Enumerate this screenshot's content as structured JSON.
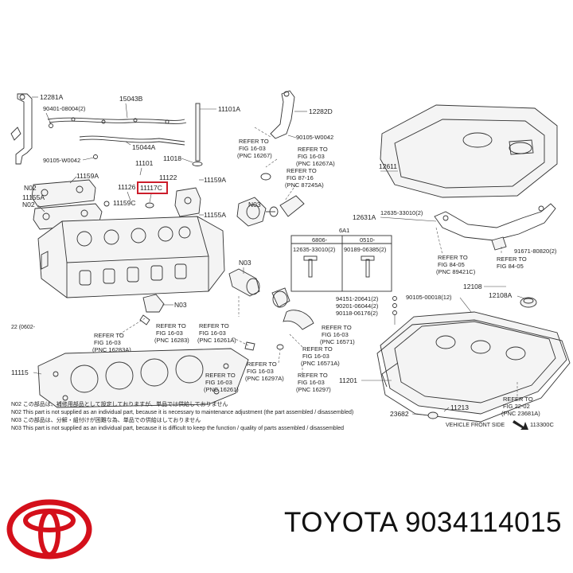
{
  "diagram": {
    "part_numbers": {
      "p12281A": "12281A",
      "p90401": "90401-08004(2)",
      "p15043B": "15043B",
      "p11101A": "11101A",
      "p12282D": "12282D",
      "p90105_04042_top": "90105-W0042",
      "p90105_04042_left": "90105-W0042",
      "p15044A": "15044A",
      "p11018": "11018",
      "p11101": "11101",
      "p11159A_l": "11159A",
      "p11122": "11122",
      "p11159A_r": "11159A",
      "p11126": "11126",
      "p11117C": "11117C",
      "p11155A_l": "11155A",
      "p11159C": "11159C",
      "p11155A_r": "11155A",
      "p12611": "12611",
      "p12631A": "12631A",
      "p12635_a": "12635-33010(2)",
      "p12635_b": "12635-33010(2)",
      "p90189": "90189-06385(2)",
      "p91671": "91671-80820(2)",
      "p12108": "12108",
      "p12108A": "12108A",
      "p94151": "94151-20641(2)",
      "p90201": "90201-06044(2)",
      "p90118": "90118-06176(2)",
      "p90105_00018": "90105-00018(12)",
      "p11115": "11115",
      "p11201": "11201",
      "p23682": "23682",
      "p11213": "11213",
      "p113300C": "113300C"
    },
    "codes": {
      "n02_a": "N02",
      "n02_b": "N02",
      "n03_a": "N03",
      "n03_b": "N03",
      "n03_c": "N03"
    },
    "refers": {
      "r16267": [
        "REFER TO",
        "FIG 16-03",
        "(PNC 16267)"
      ],
      "r16267A": [
        "REFER TO",
        "FIG 16-03",
        "(PNC 16267A)"
      ],
      "r87245A": [
        "REFER TO",
        "FIG 87-16",
        "(PNC 87245A)"
      ],
      "r16283A": [
        "REFER TO",
        "FIG 16-03",
        "(PNC 16283A)"
      ],
      "r16283": [
        "REFER TO",
        "FIG 16-03",
        "(PNC 16283)"
      ],
      "r16261A": [
        "REFER TO",
        "FIG 16-03",
        "(PNC 16261A)"
      ],
      "r16571": [
        "REFER TO",
        "FIG 16-03",
        "(PNC 16571)"
      ],
      "r16571A": [
        "REFER TO",
        "FIG 16-03",
        "(PNC 16571A)"
      ],
      "r16261": [
        "REFER TO",
        "FIG 16-03",
        "(PNC 16261)"
      ],
      "r16297A": [
        "REFER TO",
        "FIG 16-03",
        "(PNC 16297A)"
      ],
      "r16297": [
        "REFER TO",
        "FIG 16-03",
        "(PNC 16297)"
      ],
      "r89421C": [
        "REFER TO",
        "FIG 84-05",
        "(PNC 89421C)"
      ],
      "rFig8405": [
        "REFER TO",
        "FIG 84-05"
      ],
      "r23681A": [
        "REFER TO",
        "FIG 22-02",
        "(PNC 23681A)"
      ]
    },
    "inset": {
      "header_left": "6806-",
      "header_right": "0510-",
      "top_mark": "6A1"
    },
    "date_note": "22 (0602-",
    "vehicle_front": "VEHICLE FRONT SIDE",
    "notes": [
      "N02  この部品は、補修用部品として設定しておりますが、単品では供給しておりません",
      "N02  This part is not supplied as an individual part, because it is necessary to maintenance adjustment (the part assembled / disassembled)",
      "N03  この部品は、分解・組付けが困難な為、単品での供給はしておりません",
      "N03  This part is not supplied as an individual part, because it is difficult to keep the function / quality of parts assembled / disassembled"
    ]
  },
  "footer": {
    "brand": "TOYOTA 9034114015",
    "logo_color": "#d4101b"
  }
}
